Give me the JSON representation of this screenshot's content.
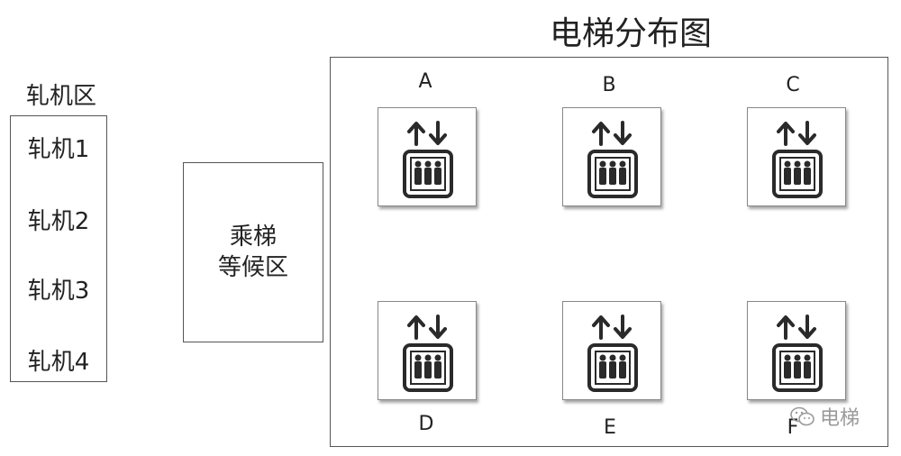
{
  "title": "电梯分布图",
  "mill_area": {
    "label": "轧机区",
    "items": [
      "轧机1",
      "轧机2",
      "轧机3",
      "轧机4"
    ]
  },
  "waiting_area": {
    "line1": "乘梯",
    "line2": "等候区"
  },
  "elevators": [
    "A",
    "B",
    "C",
    "D",
    "E",
    "F"
  ],
  "watermark": "电梯",
  "icons": {
    "elevator": "elevator-icon",
    "watermark": "wechat-icon"
  }
}
